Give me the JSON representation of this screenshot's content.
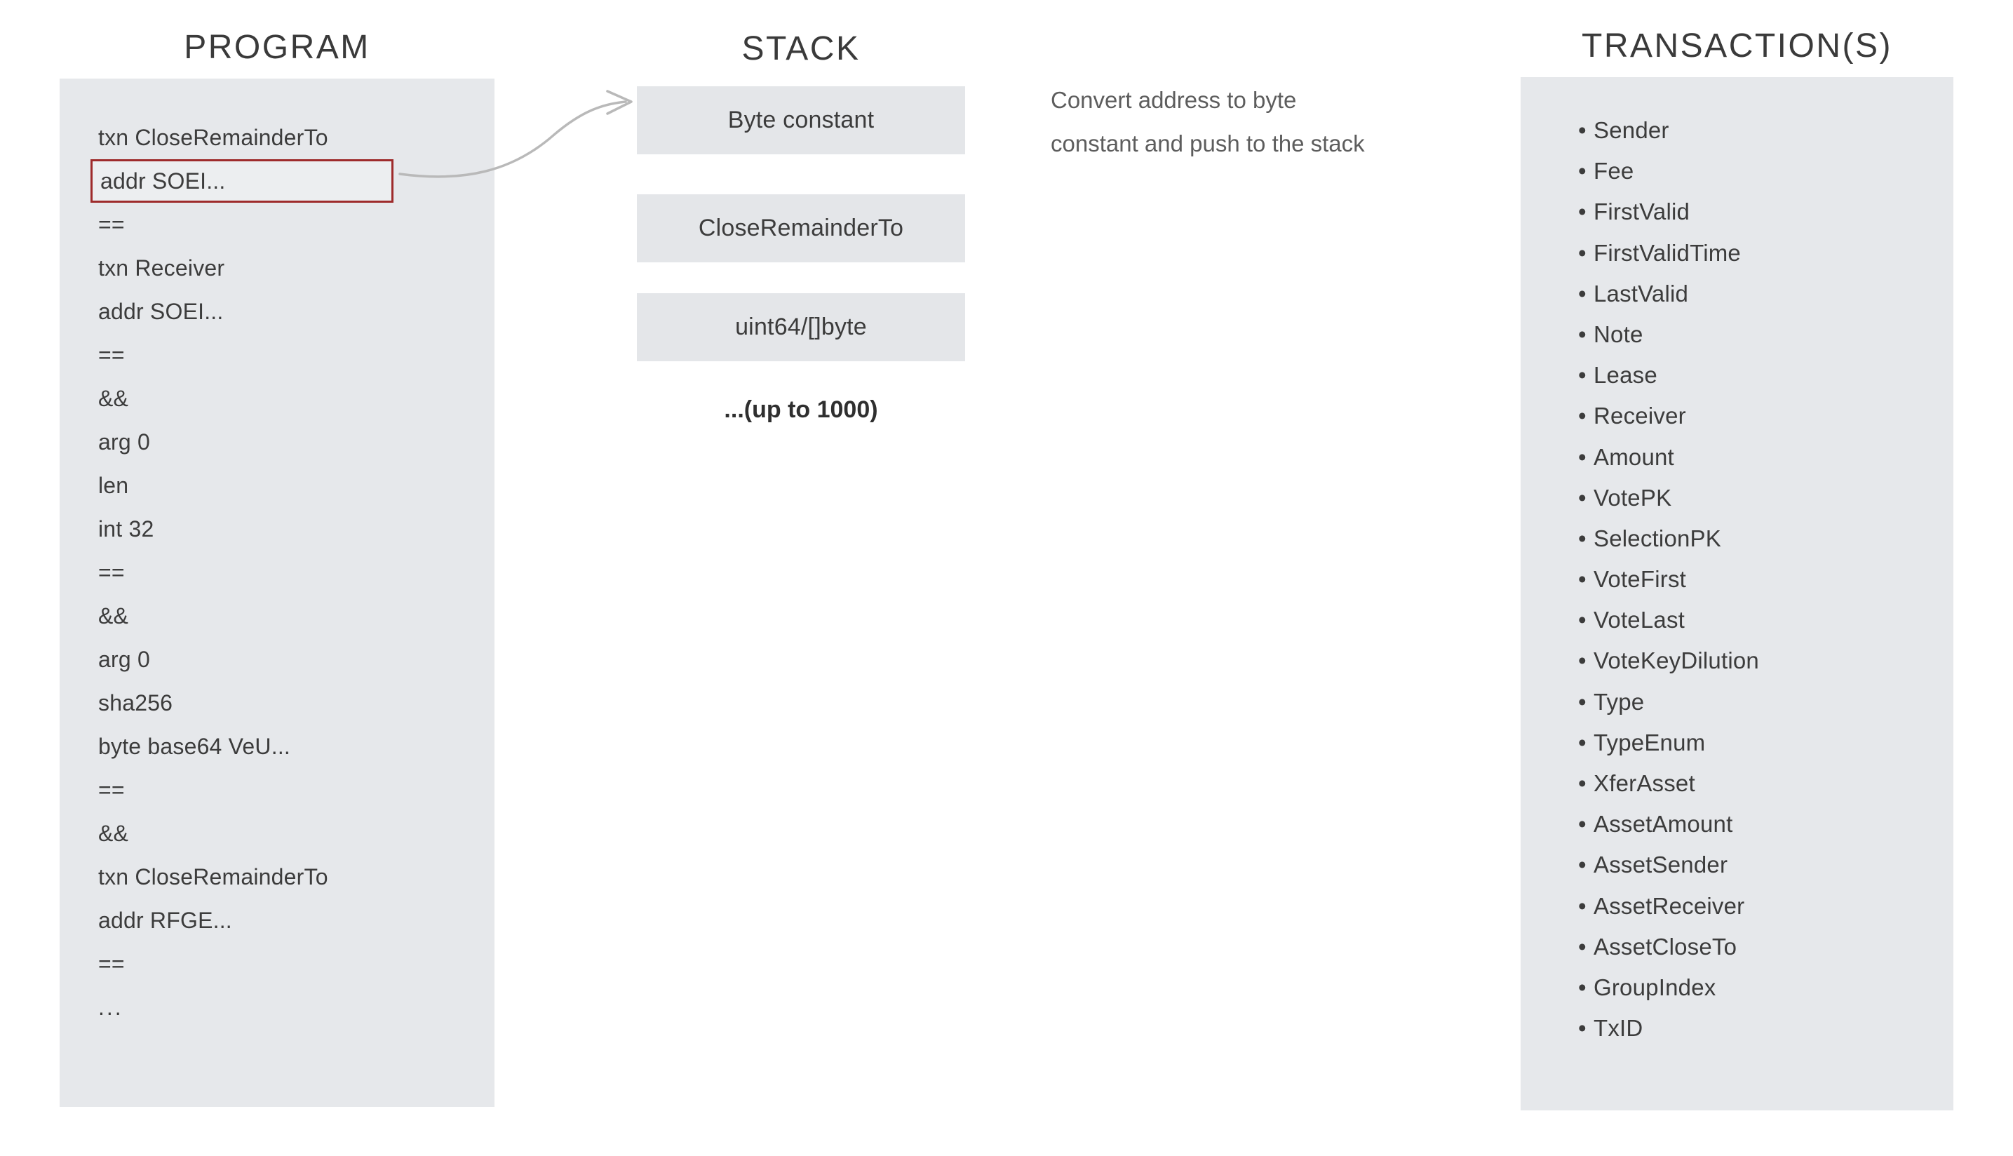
{
  "program": {
    "title": "PROGRAM",
    "lines": [
      {
        "text": "txn CloseRemainderTo",
        "highlighted": false
      },
      {
        "text": "addr SOEI...",
        "highlighted": true
      },
      {
        "text": "==",
        "highlighted": false
      },
      {
        "text": "txn Receiver",
        "highlighted": false
      },
      {
        "text": "addr SOEI...",
        "highlighted": false
      },
      {
        "text": "==",
        "highlighted": false
      },
      {
        "text": "&&",
        "highlighted": false
      },
      {
        "text": "arg 0",
        "highlighted": false
      },
      {
        "text": "len",
        "highlighted": false
      },
      {
        "text": "int 32",
        "highlighted": false
      },
      {
        "text": "==",
        "highlighted": false
      },
      {
        "text": "&&",
        "highlighted": false
      },
      {
        "text": "arg 0",
        "highlighted": false
      },
      {
        "text": "sha256",
        "highlighted": false
      },
      {
        "text": "byte base64 VeU...",
        "highlighted": false
      },
      {
        "text": "==",
        "highlighted": false
      },
      {
        "text": "&&",
        "highlighted": false
      },
      {
        "text": "txn CloseRemainderTo",
        "highlighted": false
      },
      {
        "text": "addr RFGE...",
        "highlighted": false
      },
      {
        "text": "==",
        "highlighted": false
      },
      {
        "text": "...",
        "highlighted": false
      }
    ],
    "highlight_color": "#9e2b2b",
    "panel_color": "#e6e8eb"
  },
  "stack": {
    "title": "STACK",
    "items": [
      {
        "label": "Byte constant"
      },
      {
        "label": "CloseRemainderTo"
      },
      {
        "label": "uint64/[]byte"
      }
    ],
    "caption": "...(up to 1000)",
    "box_color": "#e4e6e9"
  },
  "annotation": {
    "line1": "Convert address to byte",
    "line2": "constant and push to the stack",
    "arrow_color": "#b8b8b8"
  },
  "transactions": {
    "title": "TRANSACTION(S)",
    "bullet": "•",
    "fields": [
      "Sender",
      "Fee",
      "FirstValid",
      "FirstValidTime",
      "LastValid",
      "Note",
      "Lease",
      "Receiver",
      "Amount",
      "VotePK",
      "SelectionPK",
      "VoteFirst",
      "VoteLast",
      "VoteKeyDilution",
      "Type",
      "TypeEnum",
      "XferAsset",
      "AssetAmount",
      "AssetSender",
      "AssetReceiver",
      "AssetCloseTo",
      "GroupIndex",
      "TxID"
    ],
    "panel_color": "#e6e8eb"
  }
}
